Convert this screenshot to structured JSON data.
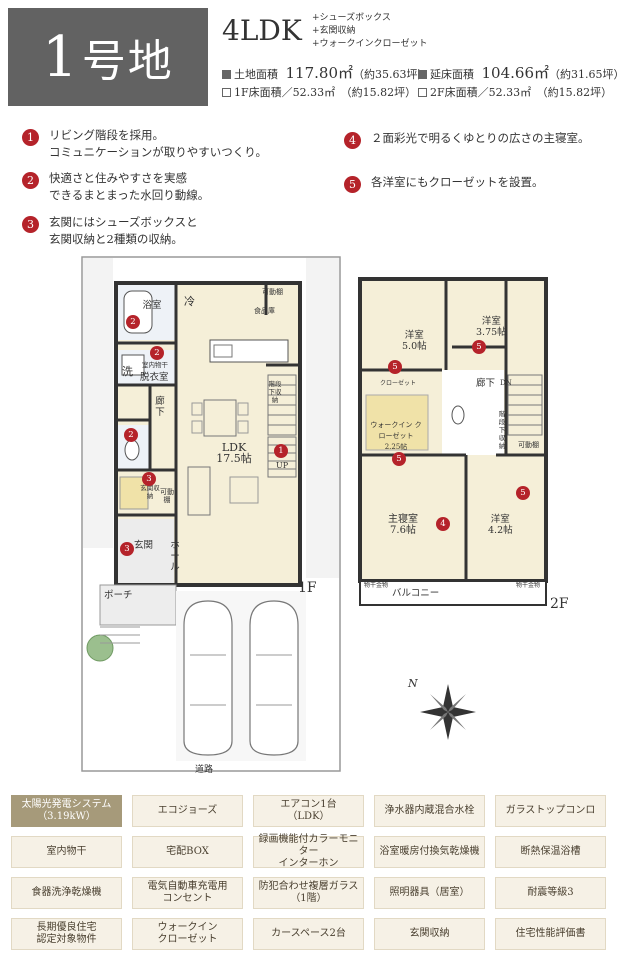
{
  "header": {
    "lot_number": "1",
    "lot_suffix": "号地",
    "layout_type": "4LDK",
    "extras": [
      "+シューズボックス",
      "+玄関収納",
      "+ウォークインクローゼット"
    ],
    "land_area_label": "土地面積",
    "land_area_value": "117.80㎡",
    "land_area_tsubo": "（約35.63坪）",
    "floor_area_label": "延床面積",
    "floor_area_value": "104.66㎡",
    "floor_area_tsubo": "（約31.65坪）",
    "f1_area": "1F床面積／52.33㎡　（約15.82坪）",
    "f2_area": "2F床面積／52.33㎡　（約15.82坪）"
  },
  "features": [
    {
      "num": "1",
      "lines": [
        "リビング階段を採用。",
        "コミュニケーションが取りやすいつくり。"
      ]
    },
    {
      "num": "2",
      "lines": [
        "快適さと住みやすさを実感",
        "できるまとまった水回り動線。"
      ]
    },
    {
      "num": "3",
      "lines": [
        "玄関にはシューズボックスと",
        "玄関収納と2種類の収納。"
      ]
    },
    {
      "num": "4",
      "lines": [
        "２面彩光で明るくゆとりの広さの主寝室。"
      ]
    },
    {
      "num": "5",
      "lines": [
        "各洋室にもクローゼットを設置。"
      ]
    }
  ],
  "plan1f": {
    "label": "1F",
    "bath": "浴室",
    "fridge": "冷",
    "pantry": "食品庫",
    "movable_shelf_1": "可動棚",
    "wash": "洗",
    "dressing": "脱衣室",
    "indoor_dry": "室内物干",
    "hall_corridor": "廊下",
    "ldk": "LDK",
    "ldk_size": "17.5帖",
    "stair_storage": "階段下収納",
    "up": "UP",
    "entrance_storage": "玄関収納",
    "movable_shelf_2": "可動棚",
    "entrance": "玄関",
    "hall": "ホール",
    "porch": "ポーチ",
    "road": "道路",
    "markers": [
      "2",
      "2",
      "2",
      "1",
      "3",
      "3"
    ]
  },
  "plan2f": {
    "label": "2F",
    "room_a": "洋室",
    "room_a_size": "5.0帖",
    "room_b": "洋室",
    "room_b_size": "3.75帖",
    "closet": "クローゼット",
    "corridor": "廊下",
    "dn": "DN",
    "wic": "ウォークイン クローゼット",
    "wic_size": "2.25帖",
    "stair_storage": "階段下収納",
    "movable_shelf": "可動棚",
    "master": "主寝室",
    "master_size": "7.6帖",
    "room_c": "洋室",
    "room_c_size": "4.2帖",
    "balcony": "バルコニー",
    "hang_1": "物干金物",
    "hang_2": "物干金物",
    "markers": [
      "5",
      "5",
      "5",
      "5",
      "4"
    ]
  },
  "compass": {
    "label": "N"
  },
  "equipment": [
    {
      "label": "太陽光発電システム\n（3.19kW）",
      "highlight": true
    },
    {
      "label": "エコジョーズ",
      "highlight": false
    },
    {
      "label": "エアコン1台\n（LDK）",
      "highlight": false
    },
    {
      "label": "浄水器内蔵混合水栓",
      "highlight": false
    },
    {
      "label": "ガラストップコンロ",
      "highlight": false
    },
    {
      "label": "室内物干",
      "highlight": false
    },
    {
      "label": "宅配BOX",
      "highlight": false
    },
    {
      "label": "録画機能付カラーモニター\nインターホン",
      "highlight": false
    },
    {
      "label": "浴室暖房付換気乾燥機",
      "highlight": false
    },
    {
      "label": "断熱保温浴槽",
      "highlight": false
    },
    {
      "label": "食器洗浄乾燥機",
      "highlight": false
    },
    {
      "label": "電気自動車充電用\nコンセント",
      "highlight": false
    },
    {
      "label": "防犯合わせ複層ガラス\n（1階）",
      "highlight": false
    },
    {
      "label": "照明器具（居室）",
      "highlight": false
    },
    {
      "label": "耐震等級3",
      "highlight": false
    },
    {
      "label": "長期優良住宅\n認定対象物件",
      "highlight": false
    },
    {
      "label": "ウォークイン\nクローゼット",
      "highlight": false
    },
    {
      "label": "カースペース2台",
      "highlight": false
    },
    {
      "label": "玄関収納",
      "highlight": false
    },
    {
      "label": "住宅性能評価書",
      "highlight": false
    }
  ]
}
